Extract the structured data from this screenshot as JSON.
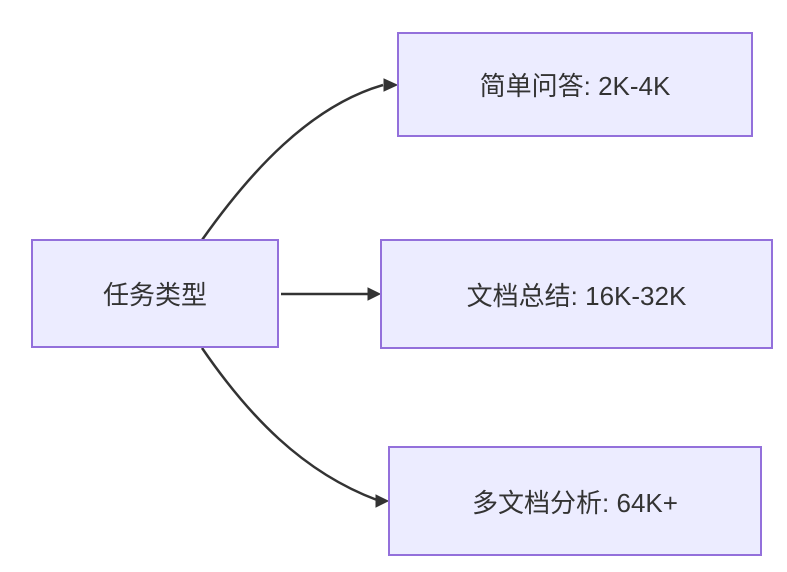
{
  "diagram": {
    "type": "flowchart",
    "direction": "left-to-right",
    "root": {
      "label": "任务类型"
    },
    "branches": [
      {
        "label": "简单问答: 2K-4K"
      },
      {
        "label": "文档总结: 16K-32K"
      },
      {
        "label": "多文档分析: 64K+"
      }
    ],
    "colors": {
      "node_fill": "#ECECFF",
      "node_border": "#9370DB",
      "edge": "#333333",
      "text": "#333333",
      "background": "#FFFFFF"
    }
  }
}
